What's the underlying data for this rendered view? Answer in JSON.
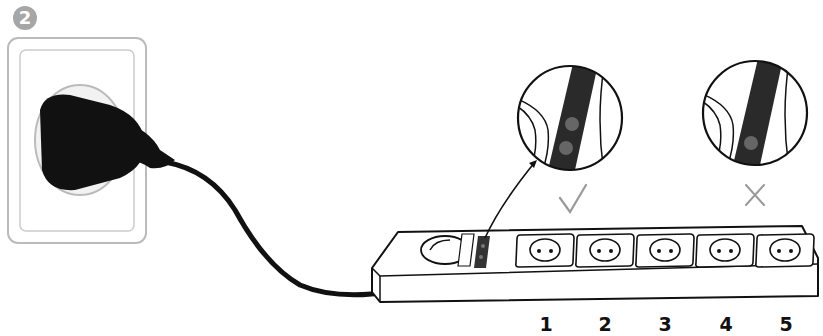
{
  "diagram": {
    "nodes": [
      {
        "text": [
          "2"
        ]
      }
    ],
    "labels": [
      "1",
      "2",
      "3",
      "4",
      "5"
    ]
  }
}
